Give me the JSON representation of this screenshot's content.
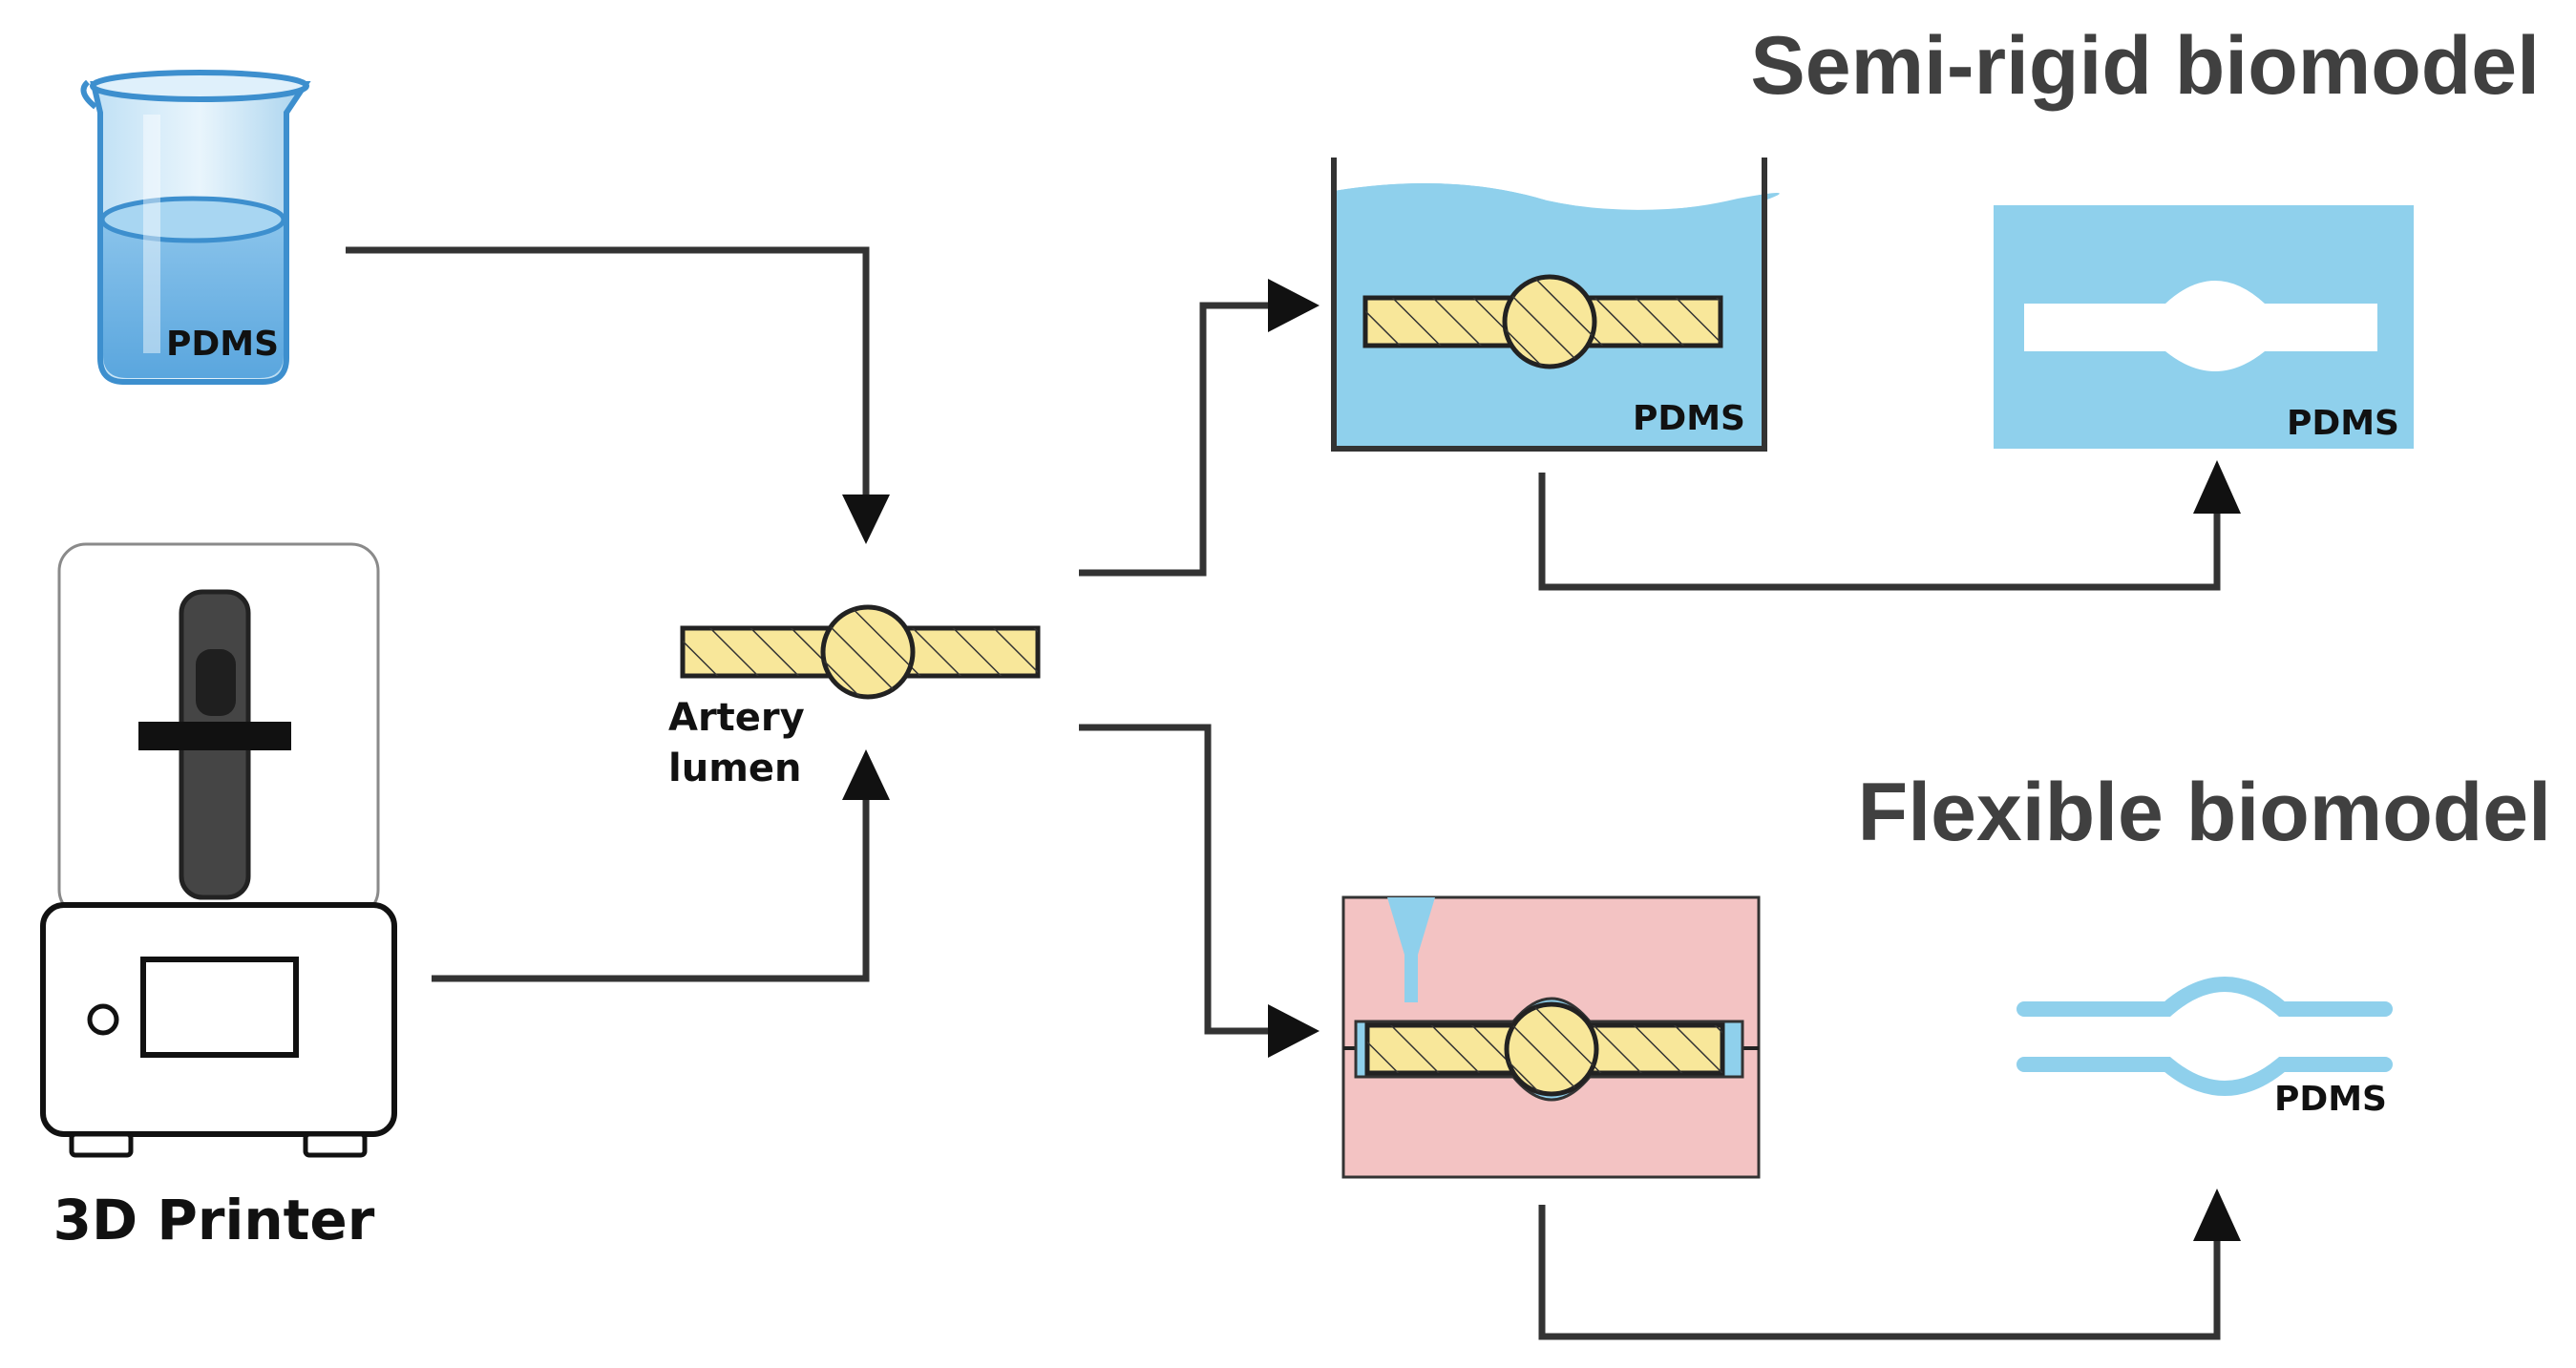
{
  "titles": {
    "semi_rigid": "Semi-rigid biomodel",
    "flexible": "Flexible biomodel"
  },
  "labels": {
    "pdms": "PDMS",
    "artery_line1": "Artery",
    "artery_line2": "lumen",
    "printer": "3D Printer"
  },
  "colors": {
    "pdms_blue": "#8fd0ec",
    "artery_yellow": "#f8e79a",
    "mold_pink": "#f3c3c3",
    "printer_dark": "#454545",
    "arrow": "#333333",
    "title_gray": "#404040"
  }
}
